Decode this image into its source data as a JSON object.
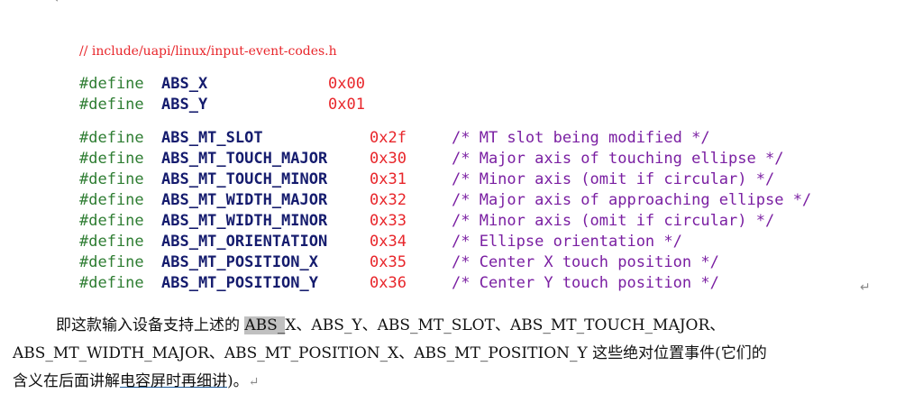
{
  "marks": {
    "top": "↵",
    "code": "↵",
    "para_end": "↵"
  },
  "path_comment": "// include/uapi/linux/input-event-codes.h",
  "keyword": "#define",
  "defines_simple": [
    {
      "name": "ABS_X",
      "value": "0x00"
    },
    {
      "name": "ABS_Y",
      "value": "0x01"
    }
  ],
  "defines_mt": [
    {
      "name": "ABS_MT_SLOT",
      "value": "0x2f",
      "comment": "/* MT slot being modified */"
    },
    {
      "name": "ABS_MT_TOUCH_MAJOR",
      "value": "0x30",
      "comment": "/* Major axis of touching ellipse */"
    },
    {
      "name": "ABS_MT_TOUCH_MINOR",
      "value": "0x31",
      "comment": "/* Minor axis (omit if circular) */"
    },
    {
      "name": "ABS_MT_WIDTH_MAJOR",
      "value": "0x32",
      "comment": "/* Major axis of approaching ellipse */"
    },
    {
      "name": "ABS_MT_WIDTH_MINOR",
      "value": "0x33",
      "comment": "/* Minor axis (omit if circular) */"
    },
    {
      "name": "ABS_MT_ORIENTATION",
      "value": "0x34",
      "comment": "/* Ellipse orientation */"
    },
    {
      "name": "ABS_MT_POSITION_X",
      "value": "0x35",
      "comment": "/* Center X touch position */"
    },
    {
      "name": "ABS_MT_POSITION_Y",
      "value": "0x36",
      "comment": "/* Center Y touch position */"
    }
  ],
  "paragraph": {
    "l1_a": "即这款输入设备支持上述的 ",
    "l1_hl": "ABS_",
    "l1_b": "X、ABS_Y、ABS_MT_SLOT、ABS_MT_TOUCH_MAJOR、",
    "l2": "ABS_MT_WIDTH_MAJOR、ABS_MT_POSITION_X、ABS_MT_POSITION_Y 这些绝对位置事件(它们的",
    "l3_a": "含义在后面讲解",
    "l3_u": "电容屏时再细讲",
    "l3_b": ")。"
  }
}
